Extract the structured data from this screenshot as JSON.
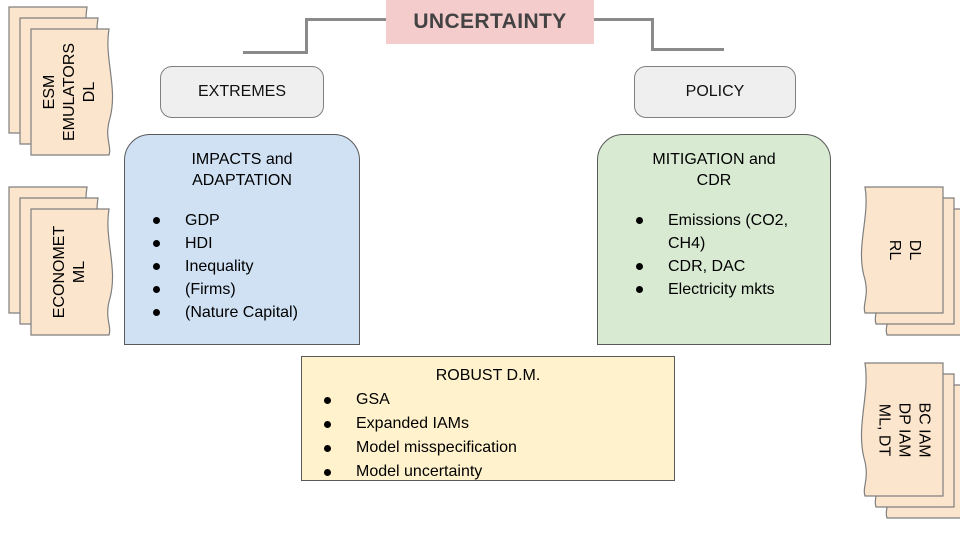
{
  "diagram": {
    "title_banner": {
      "label": "UNCERTAINTY",
      "fill": "#f4cccc",
      "text_color": "#434343"
    },
    "connector_color": "#8a8a8a",
    "headers": [
      {
        "label": "EXTREMES",
        "fill": "#efefef"
      },
      {
        "label": "POLICY",
        "fill": "#efefef"
      }
    ],
    "panels": [
      {
        "title": "IMPACTS and\nADAPTATION",
        "fill": "#cfe1f3",
        "items": [
          "GDP",
          "HDI",
          "Inequality",
          "(Firms)",
          "(Nature Capital)"
        ]
      },
      {
        "title": "MITIGATION and\nCDR",
        "fill": "#d9ead3",
        "items": [
          "Emissions (CO2,\nCH4)",
          "CDR, DAC",
          "Electricity mkts"
        ]
      }
    ],
    "robust": {
      "title": "ROBUST D.M.",
      "fill": "#fff2cc",
      "items": [
        "GSA",
        "Expanded IAMs",
        "Model misspecification",
        "Model uncertainty"
      ]
    },
    "stacks": [
      {
        "name": "esm-emulators",
        "text": "ESM\nEMULATORS\nDL",
        "fill": "#fce5cd",
        "side": "left"
      },
      {
        "name": "econometrics",
        "text": "ECONOMET\nML",
        "fill": "#fce5cd",
        "side": "left"
      },
      {
        "name": "deep-rl",
        "text": "DL\nRL",
        "fill": "#fce5cd",
        "side": "right"
      },
      {
        "name": "iam-methods",
        "text": "BC IAM\nDP IAM\nML, DT",
        "fill": "#fce5cd",
        "side": "right"
      }
    ]
  }
}
